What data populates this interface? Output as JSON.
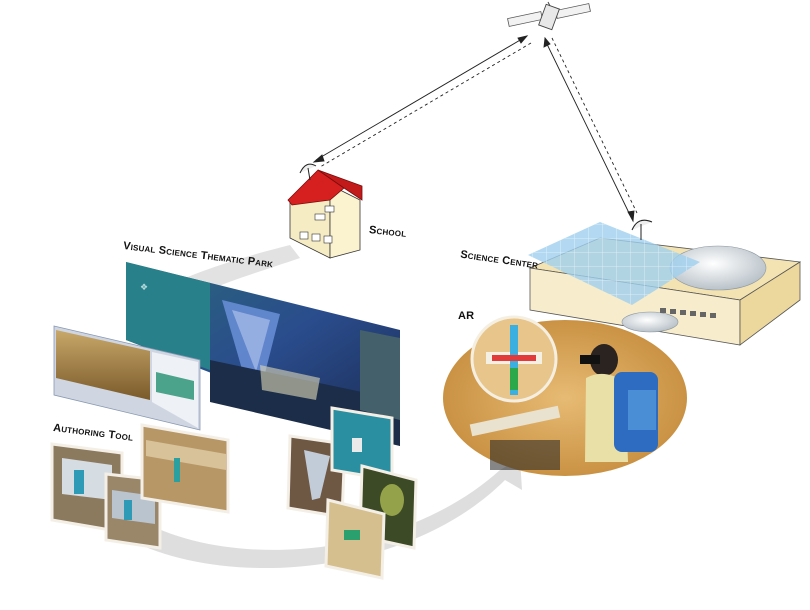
{
  "labels": {
    "school": "School",
    "science_center": "Science Center",
    "ar": "AR",
    "park": "Visual Science Thematic Park",
    "authoring": "Authoring Tool"
  },
  "colors": {
    "roof": "#d62020",
    "building": "#fbf2cf",
    "ar_panel_blue": "#4a8fd6",
    "ar_bg": "#d9a75a",
    "grid_blue": "#9fd0ee",
    "arrow_gray": "#dcdcdc"
  },
  "icons": [
    "satellite-icon",
    "dish-icon",
    "computer-icon",
    "house-icon",
    "person-icon"
  ]
}
